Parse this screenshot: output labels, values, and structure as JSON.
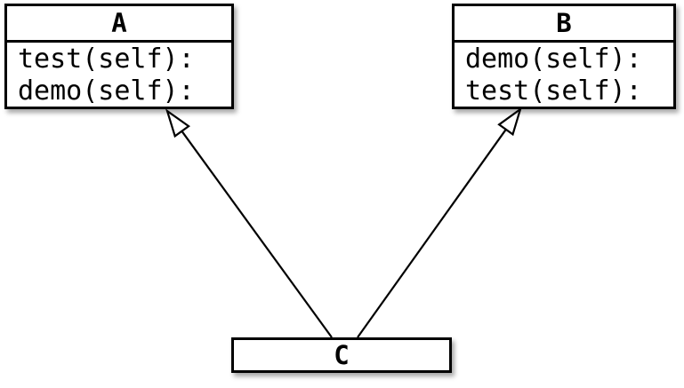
{
  "diagram": {
    "kind": "uml-class-diagram",
    "classes": [
      {
        "name": "A",
        "methods": [
          "test(self):",
          "demo(self):"
        ]
      },
      {
        "name": "B",
        "methods": [
          "demo(self):",
          "test(self):"
        ]
      },
      {
        "name": "C",
        "methods": []
      }
    ],
    "relations": [
      {
        "from": "C",
        "to": "A",
        "type": "generalization"
      },
      {
        "from": "C",
        "to": "B",
        "type": "generalization"
      }
    ],
    "colors": {
      "stroke": "#000000",
      "fill": "#ffffff",
      "background": "#ffffff"
    }
  }
}
